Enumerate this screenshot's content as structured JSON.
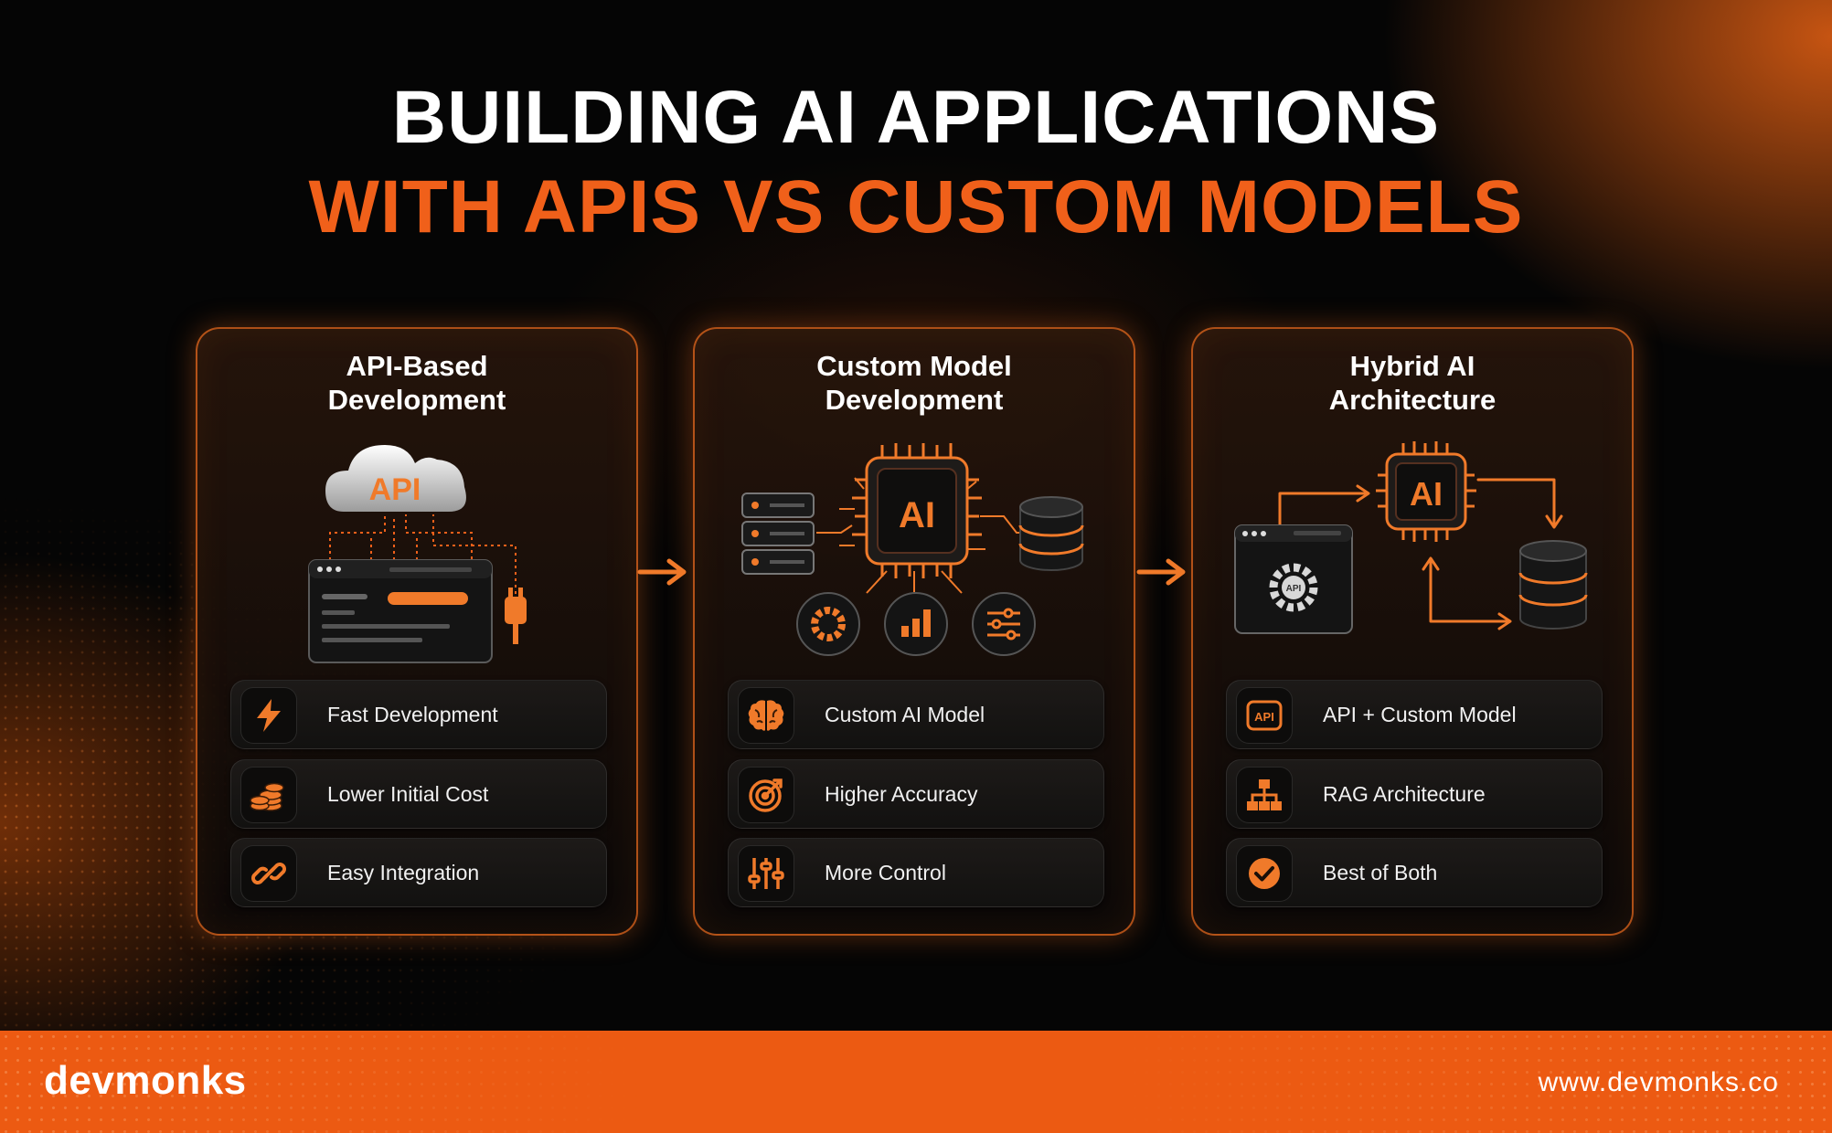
{
  "title": {
    "line1": "BUILDING AI APPLICATIONS",
    "line2": "WITH APIS VS CUSTOM MODELS"
  },
  "cards": [
    {
      "title": "API-Based\nDevelopment",
      "illustration_label": "API",
      "features": [
        {
          "label": "Fast Development",
          "icon": "lightning-icon"
        },
        {
          "label": "Lower Initial Cost",
          "icon": "coins-icon"
        },
        {
          "label": "Easy Integration",
          "icon": "link-icon"
        }
      ]
    },
    {
      "title": "Custom Model\nDevelopment",
      "illustration_label": "AI",
      "features": [
        {
          "label": "Custom AI Model",
          "icon": "brain-icon"
        },
        {
          "label": "Higher Accuracy",
          "icon": "target-icon"
        },
        {
          "label": "More Control",
          "icon": "sliders-icon"
        }
      ]
    },
    {
      "title": "Hybrid AI\nArchitecture",
      "illustration_label": "AI",
      "illustration_sublabel": "API",
      "features": [
        {
          "label": "API + Custom Model",
          "icon": "api-badge-icon",
          "icon_text": "API"
        },
        {
          "label": "RAG Architecture",
          "icon": "hierarchy-icon"
        },
        {
          "label": "Best of Both",
          "icon": "check-circle-icon"
        }
      ]
    }
  ],
  "footer": {
    "logo": "devmonks",
    "url": "www.devmonks.co"
  },
  "colors": {
    "accent": "#f0601a",
    "background": "#050505",
    "footer": "#ec5a12"
  }
}
